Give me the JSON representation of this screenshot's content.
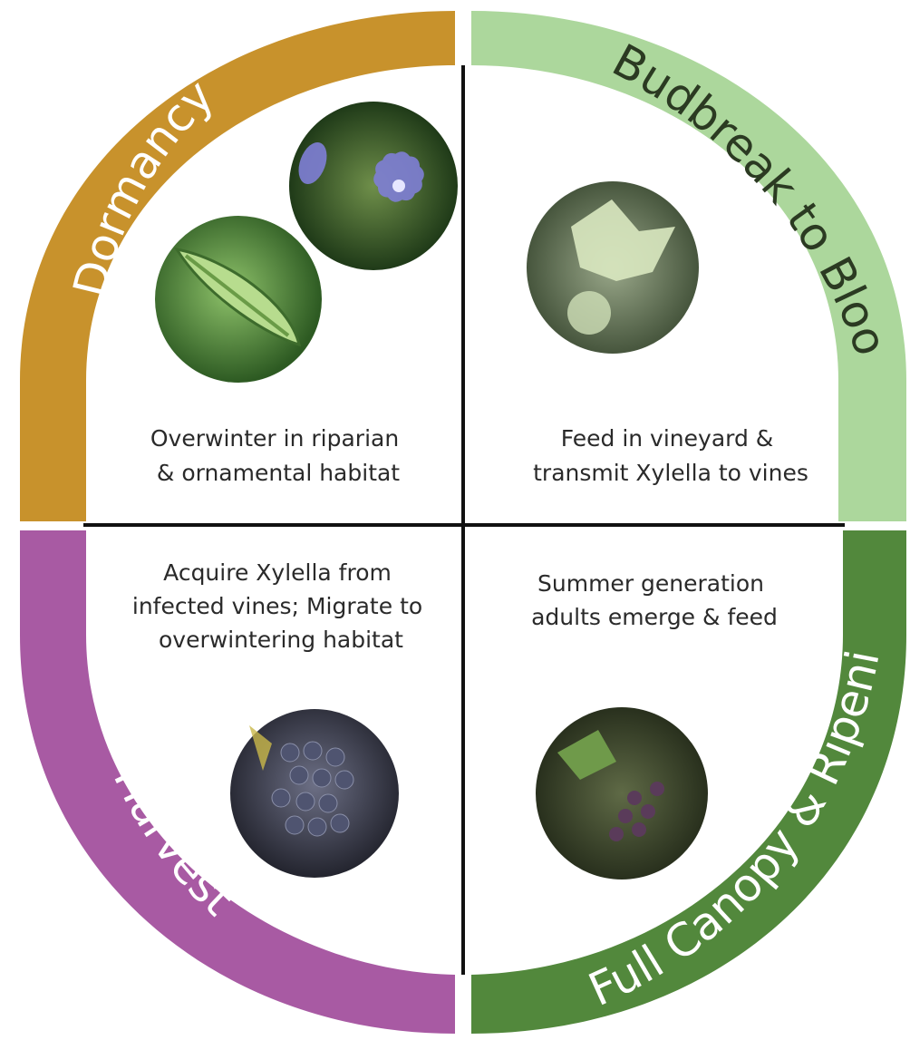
{
  "colors": {
    "dormancy": "#c8922c",
    "budbreak": "#acd79c",
    "canopy": "#52883c",
    "harvest": "#a85aa3",
    "divider": "#111111"
  },
  "stages": {
    "dormancy": {
      "label": "Dormancy",
      "description": [
        "Overwinter in riparian",
        "& ornamental habitat"
      ],
      "images": [
        "periwinkle flower photo",
        "sharpshooter insect photo"
      ]
    },
    "budbreak": {
      "label": "Budbreak to Bloom",
      "description": [
        "Feed in vineyard &",
        "transmit Xylella to vines"
      ],
      "images": [
        "grape leaf photo"
      ]
    },
    "canopy": {
      "label": "Full Canopy & Ripening",
      "description": [
        "Summer generation",
        "adults emerge & feed"
      ],
      "images": [
        "ripening grape cluster photo"
      ]
    },
    "harvest": {
      "label": "Harvest",
      "description": [
        "Acquire Xylella from",
        "infected vines; Migrate to",
        "overwintering habitat"
      ],
      "images": [
        "dark grape bunch photo"
      ]
    }
  }
}
